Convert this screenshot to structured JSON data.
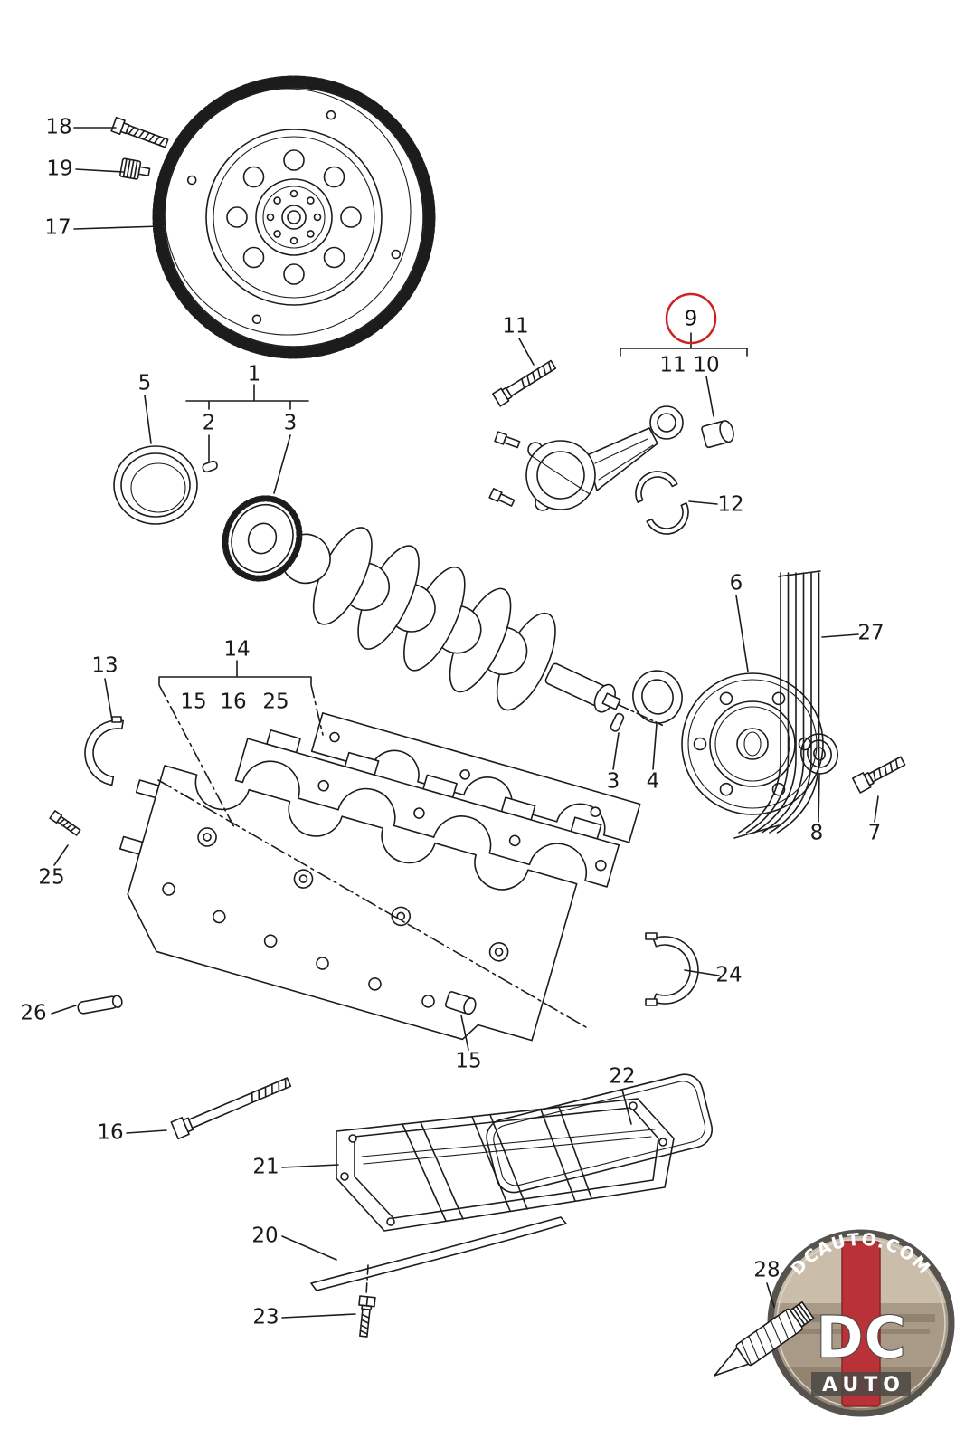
{
  "diagram": {
    "type": "exploded-parts-diagram",
    "subject": "engine crankshaft, flywheel, connecting rod, crankcase and oil pan",
    "line_color": "#1c1c1c",
    "background": "#ffffff",
    "highlight": {
      "label": "9",
      "color": "#cc2222",
      "shape": "circle"
    }
  },
  "labels": [
    {
      "text": "18"
    },
    {
      "text": "19"
    },
    {
      "text": "17"
    },
    {
      "text": "5"
    },
    {
      "text": "1"
    },
    {
      "text": "2"
    },
    {
      "text": "3"
    },
    {
      "text": "11"
    },
    {
      "text": "9"
    },
    {
      "text": "11"
    },
    {
      "text": "10"
    },
    {
      "text": "12"
    },
    {
      "text": "6"
    },
    {
      "text": "27"
    },
    {
      "text": "13"
    },
    {
      "text": "14"
    },
    {
      "text": "15"
    },
    {
      "text": "16"
    },
    {
      "text": "25"
    },
    {
      "text": "3"
    },
    {
      "text": "4"
    },
    {
      "text": "8"
    },
    {
      "text": "7"
    },
    {
      "text": "25"
    },
    {
      "text": "24"
    },
    {
      "text": "26"
    },
    {
      "text": "15"
    },
    {
      "text": "16"
    },
    {
      "text": "22"
    },
    {
      "text": "21"
    },
    {
      "text": "20"
    },
    {
      "text": "23"
    },
    {
      "text": "28"
    }
  ],
  "watermark": {
    "site": "DCAUTO.COM",
    "line1": "DC",
    "line2": "AUTO"
  }
}
